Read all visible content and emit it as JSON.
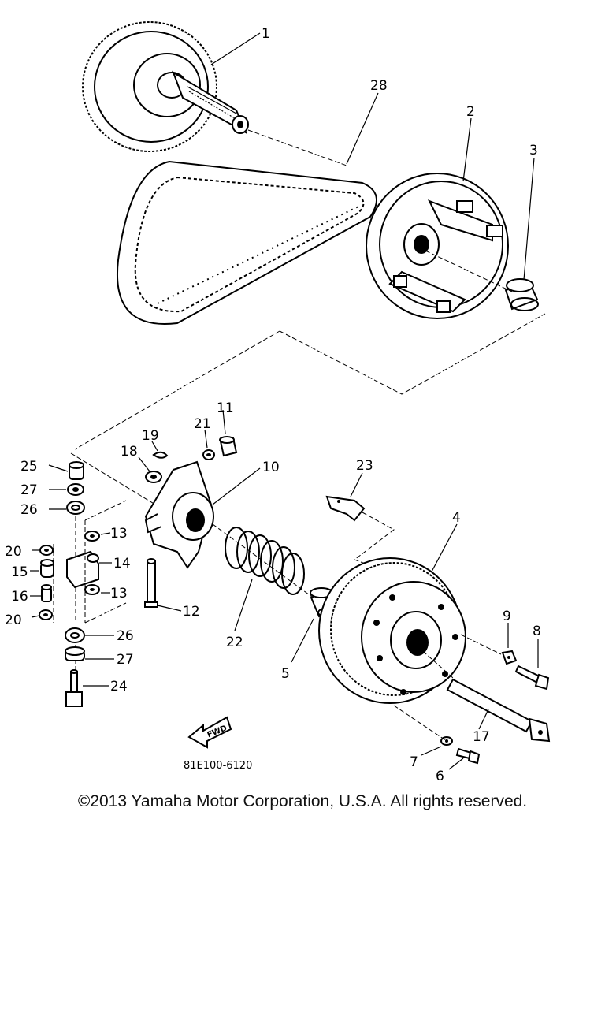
{
  "diagram": {
    "drawing_code": "81E100-6120",
    "fwd_label": "FWD",
    "part_labels": {
      "p1": "1",
      "p2": "2",
      "p3": "3",
      "p4": "4",
      "p5": "5",
      "p6": "6",
      "p7": "7",
      "p8": "8",
      "p9": "9",
      "p10": "10",
      "p11": "11",
      "p12": "12",
      "p13a": "13",
      "p13b": "13",
      "p14": "14",
      "p15": "15",
      "p16": "16",
      "p17": "17",
      "p18": "18",
      "p19": "19",
      "p20a": "20",
      "p20b": "20",
      "p21": "21",
      "p22": "22",
      "p23": "23",
      "p24": "24",
      "p25": "25",
      "p26a": "26",
      "p26b": "26",
      "p27a": "27",
      "p27b": "27",
      "p28": "28"
    }
  },
  "copyright": "©2013 Yamaha Motor Corporation, U.S.A. All rights reserved."
}
